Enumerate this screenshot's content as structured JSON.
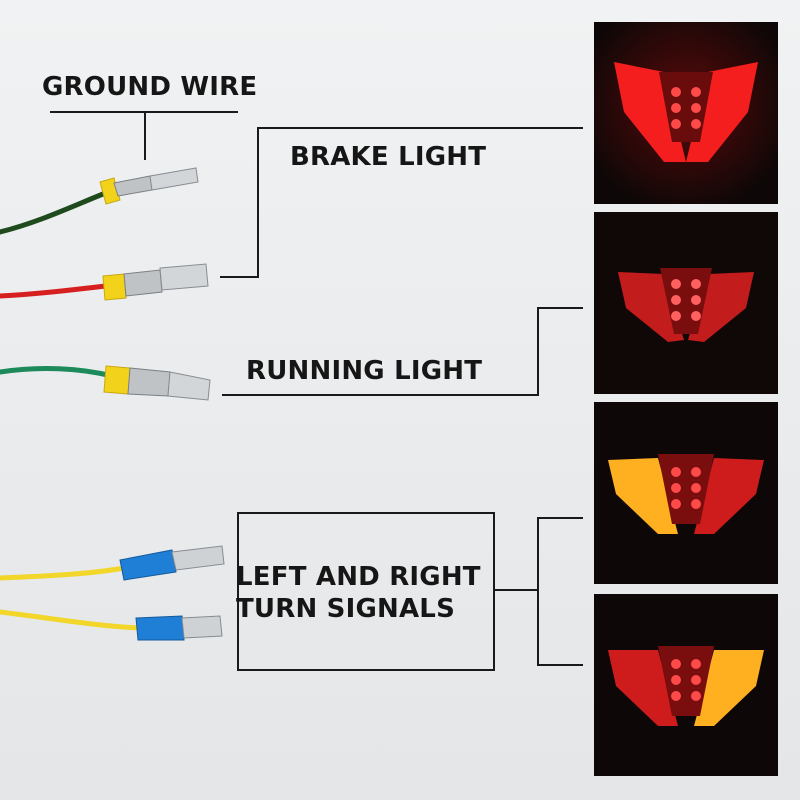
{
  "labels": {
    "ground": "GROUND WIRE",
    "brake": "BRAKE LIGHT",
    "running": "RUNNING LIGHT",
    "turn_line1": "LEFT AND RIGHT",
    "turn_line2": "TURN SIGNALS"
  },
  "wire_colors": {
    "ground": "#1e4a1e",
    "brake": "#d62020",
    "running": "#1c8a5a",
    "turn": "#f2d62a",
    "seal_yellow": "#f3d21c",
    "sleeve_blue": "#1f7fd6"
  },
  "photos": [
    {
      "state": "brake",
      "left_color": "#ff2020",
      "right_color": "#ff2020"
    },
    {
      "state": "running",
      "left_color": "#ff2424",
      "right_color": "#ff2424"
    },
    {
      "state": "left-turn",
      "left_color": "#ffb020",
      "right_color": "#ff2222"
    },
    {
      "state": "right-turn",
      "left_color": "#ff2222",
      "right_color": "#ffb020"
    }
  ]
}
